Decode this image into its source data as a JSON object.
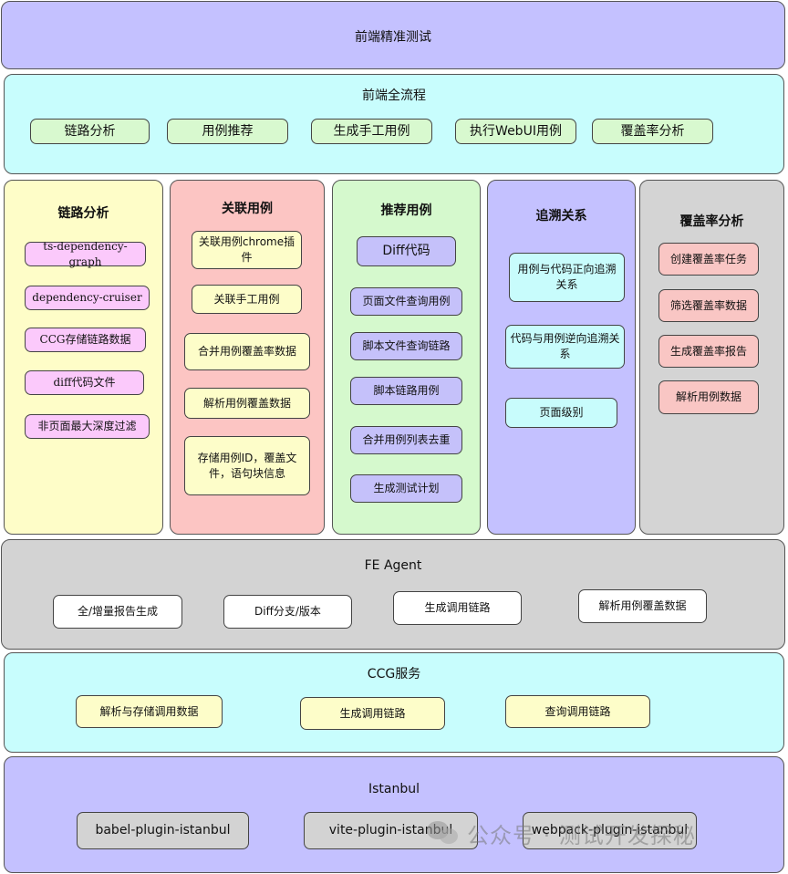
{
  "colors": {
    "purple": "#c4c1ff",
    "cyan": "#c8fdfd",
    "yellow": "#fefdc8",
    "pink": "#fcc5c3",
    "green": "#d5f9cd",
    "gray": "#d4d4d4",
    "white": "#ffffff",
    "box_green": "#d8f9cf",
    "box_pink": "#fbc9fb",
    "box_purple": "#c5c1fa",
    "box_cyan": "#c8fcfc",
    "box_yellow": "#fdfdc9",
    "box_salmon": "#f9c6c4",
    "box_gray": "#d3d3d3"
  },
  "top": {
    "title": "前端精准测试"
  },
  "flow": {
    "title": "前端全流程",
    "items": [
      "链路分析",
      "用例推荐",
      "生成手工用例",
      "执行WebUI用例",
      "覆盖率分析"
    ]
  },
  "columns": {
    "link": {
      "title": "链路分析",
      "items": [
        "ts-dependency-graph",
        "dependency-cruiser",
        "CCG存储链路数据",
        "diff代码文件",
        "非页面最大深度过滤"
      ]
    },
    "assoc": {
      "title": "关联用例",
      "items": [
        "关联用例chrome插件",
        "关联手工用例",
        "合并用例覆盖率数据",
        "解析用例覆盖数据",
        "存储用例ID，覆盖文件，语句块信息"
      ]
    },
    "recommend": {
      "title": "推荐用例",
      "items": [
        "Diff代码",
        "页面文件查询用例",
        "脚本文件查询链路",
        "脚本链路用例",
        "合并用例列表去重",
        "生成测试计划"
      ]
    },
    "trace": {
      "title": "追溯关系",
      "items": [
        "用例与代码正向追溯关系",
        "代码与用例逆向追溯关系",
        "页面级别"
      ]
    },
    "coverage": {
      "title": "覆盖率分析",
      "items": [
        "创建覆盖率任务",
        "筛选覆盖率数据",
        "生成覆盖率报告",
        "解析用例数据"
      ]
    }
  },
  "agent": {
    "title": "FE Agent",
    "items": [
      "全/增量报告生成",
      "Diff分支/版本",
      "生成调用链路",
      "解析用例覆盖数据"
    ]
  },
  "ccg": {
    "title": "CCG服务",
    "items": [
      "解析与存储调用数据",
      "生成调用链路",
      "查询调用链路"
    ]
  },
  "istanbul": {
    "title": "Istanbul",
    "items": [
      "babel-plugin-istanbul",
      "vite-plugin-istanbul",
      "webpack-plugin-istanbul"
    ]
  },
  "watermark": {
    "text": "公众号 · 测试开发探秘",
    "icon": "wechat-icon"
  }
}
